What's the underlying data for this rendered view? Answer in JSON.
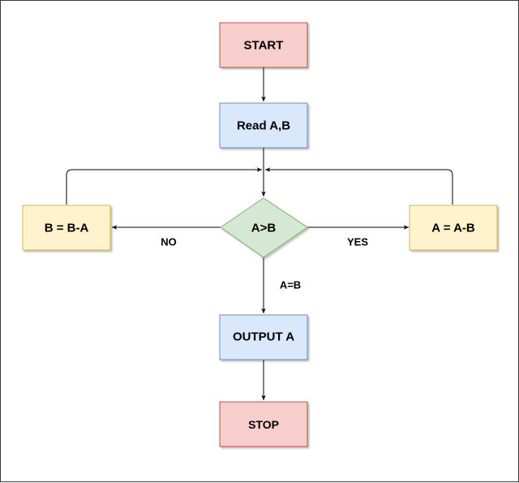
{
  "colors": {
    "terminal_fill": "#f8cecc",
    "terminal_stroke": "#b85450",
    "process_fill": "#dae8fc",
    "process_stroke": "#6c8ebf",
    "operation_fill": "#fff2cc",
    "operation_stroke": "#d6b656",
    "decision_fill": "#d5e8d4",
    "decision_stroke": "#82b366",
    "edge": "#000000"
  },
  "nodes": {
    "start": "START",
    "read": "Read A,B",
    "decision": "A>B",
    "left_op": "B = B-A",
    "right_op": "A = A-B",
    "output": "OUTPUT A",
    "stop": "STOP"
  },
  "edge_labels": {
    "no": "NO",
    "yes": "YES",
    "equal": "A=B"
  }
}
